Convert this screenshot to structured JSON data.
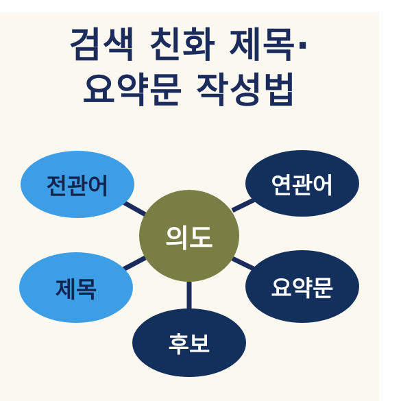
{
  "title": {
    "line1": "검색 친화 제목·",
    "line2": "요약문 작성법"
  },
  "nodes": {
    "center": "의도",
    "top_left": "전관어",
    "bottom_left": "제목",
    "top_right": "연관어",
    "bottom_right": "요약문",
    "bottom": "후보"
  },
  "colors": {
    "background": "#fbf8ef",
    "title": "#1b2c5c",
    "center_fill": "#7a7d44",
    "light_node_fill": "#3d9ee6",
    "light_node_text": "#13244f",
    "dark_node_fill": "#13305c",
    "dark_node_text": "#ffffff",
    "connector": "#1b2c5c"
  }
}
